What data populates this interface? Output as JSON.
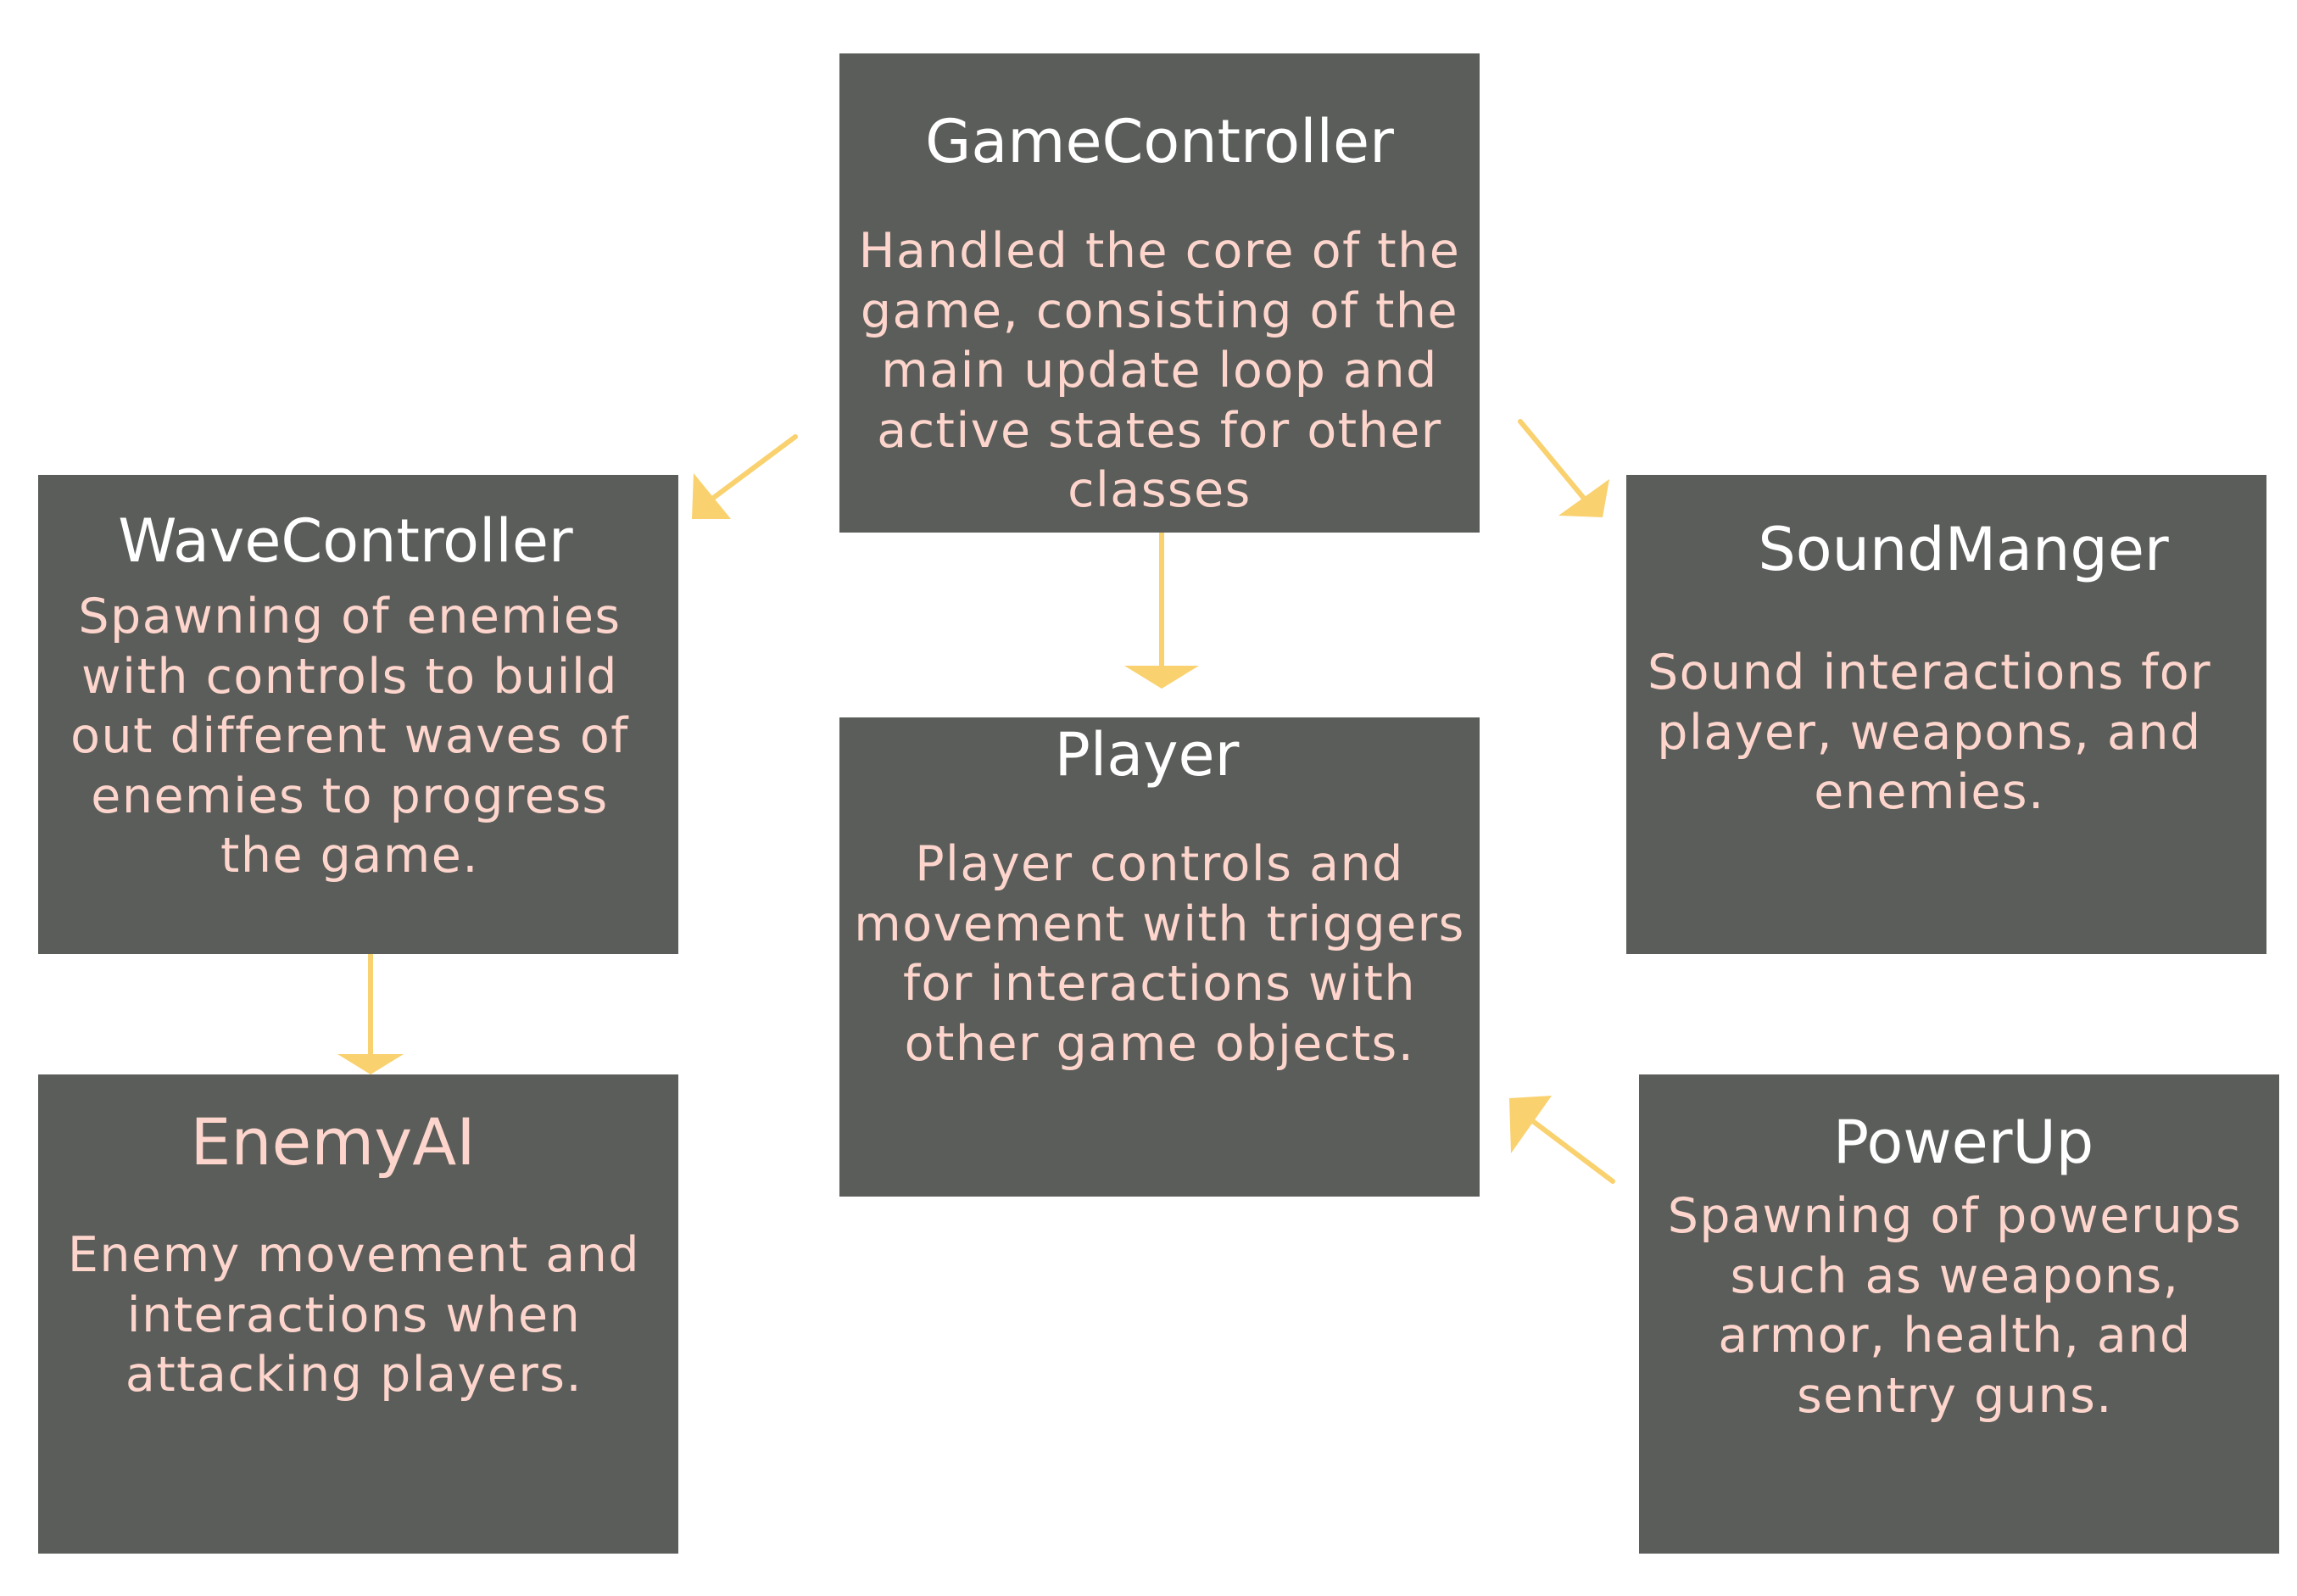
{
  "diagram": {
    "nodes": {
      "game_controller": {
        "title": "GameController",
        "description": "Handled the core of the\ngame, consisting of the\nmain update loop and\nactive states for other\nclasses"
      },
      "wave_controller": {
        "title": "WaveController",
        "description": "Spawning of enemies\nwith controls to build\nout different waves of\nenemies to progress\nthe game."
      },
      "sound_manager": {
        "title": "SoundManger",
        "description": "Sound interactions for\nplayer, weapons, and\nenemies."
      },
      "player": {
        "title": "Player",
        "description": "Player controls and\nmovement with triggers\nfor interactions with\nother game objects."
      },
      "enemy_ai": {
        "title": "EnemyAI",
        "description": "Enemy movement and\ninteractions when\nattacking players."
      },
      "power_up": {
        "title": "PowerUp",
        "description": "Spawning of powerups\nsuch as weapons,\narmor, health, and\nsentry guns."
      }
    },
    "edges": [
      {
        "from": "game_controller",
        "to": "wave_controller"
      },
      {
        "from": "game_controller",
        "to": "player"
      },
      {
        "from": "game_controller",
        "to": "sound_manager"
      },
      {
        "from": "wave_controller",
        "to": "enemy_ai"
      },
      {
        "from": "power_up",
        "to": "player"
      }
    ],
    "colors": {
      "box_fill": "#5a5d59",
      "title_text": "#ffffff",
      "description_text": "#fdd5cc",
      "arrow": "#f9d16e"
    }
  }
}
